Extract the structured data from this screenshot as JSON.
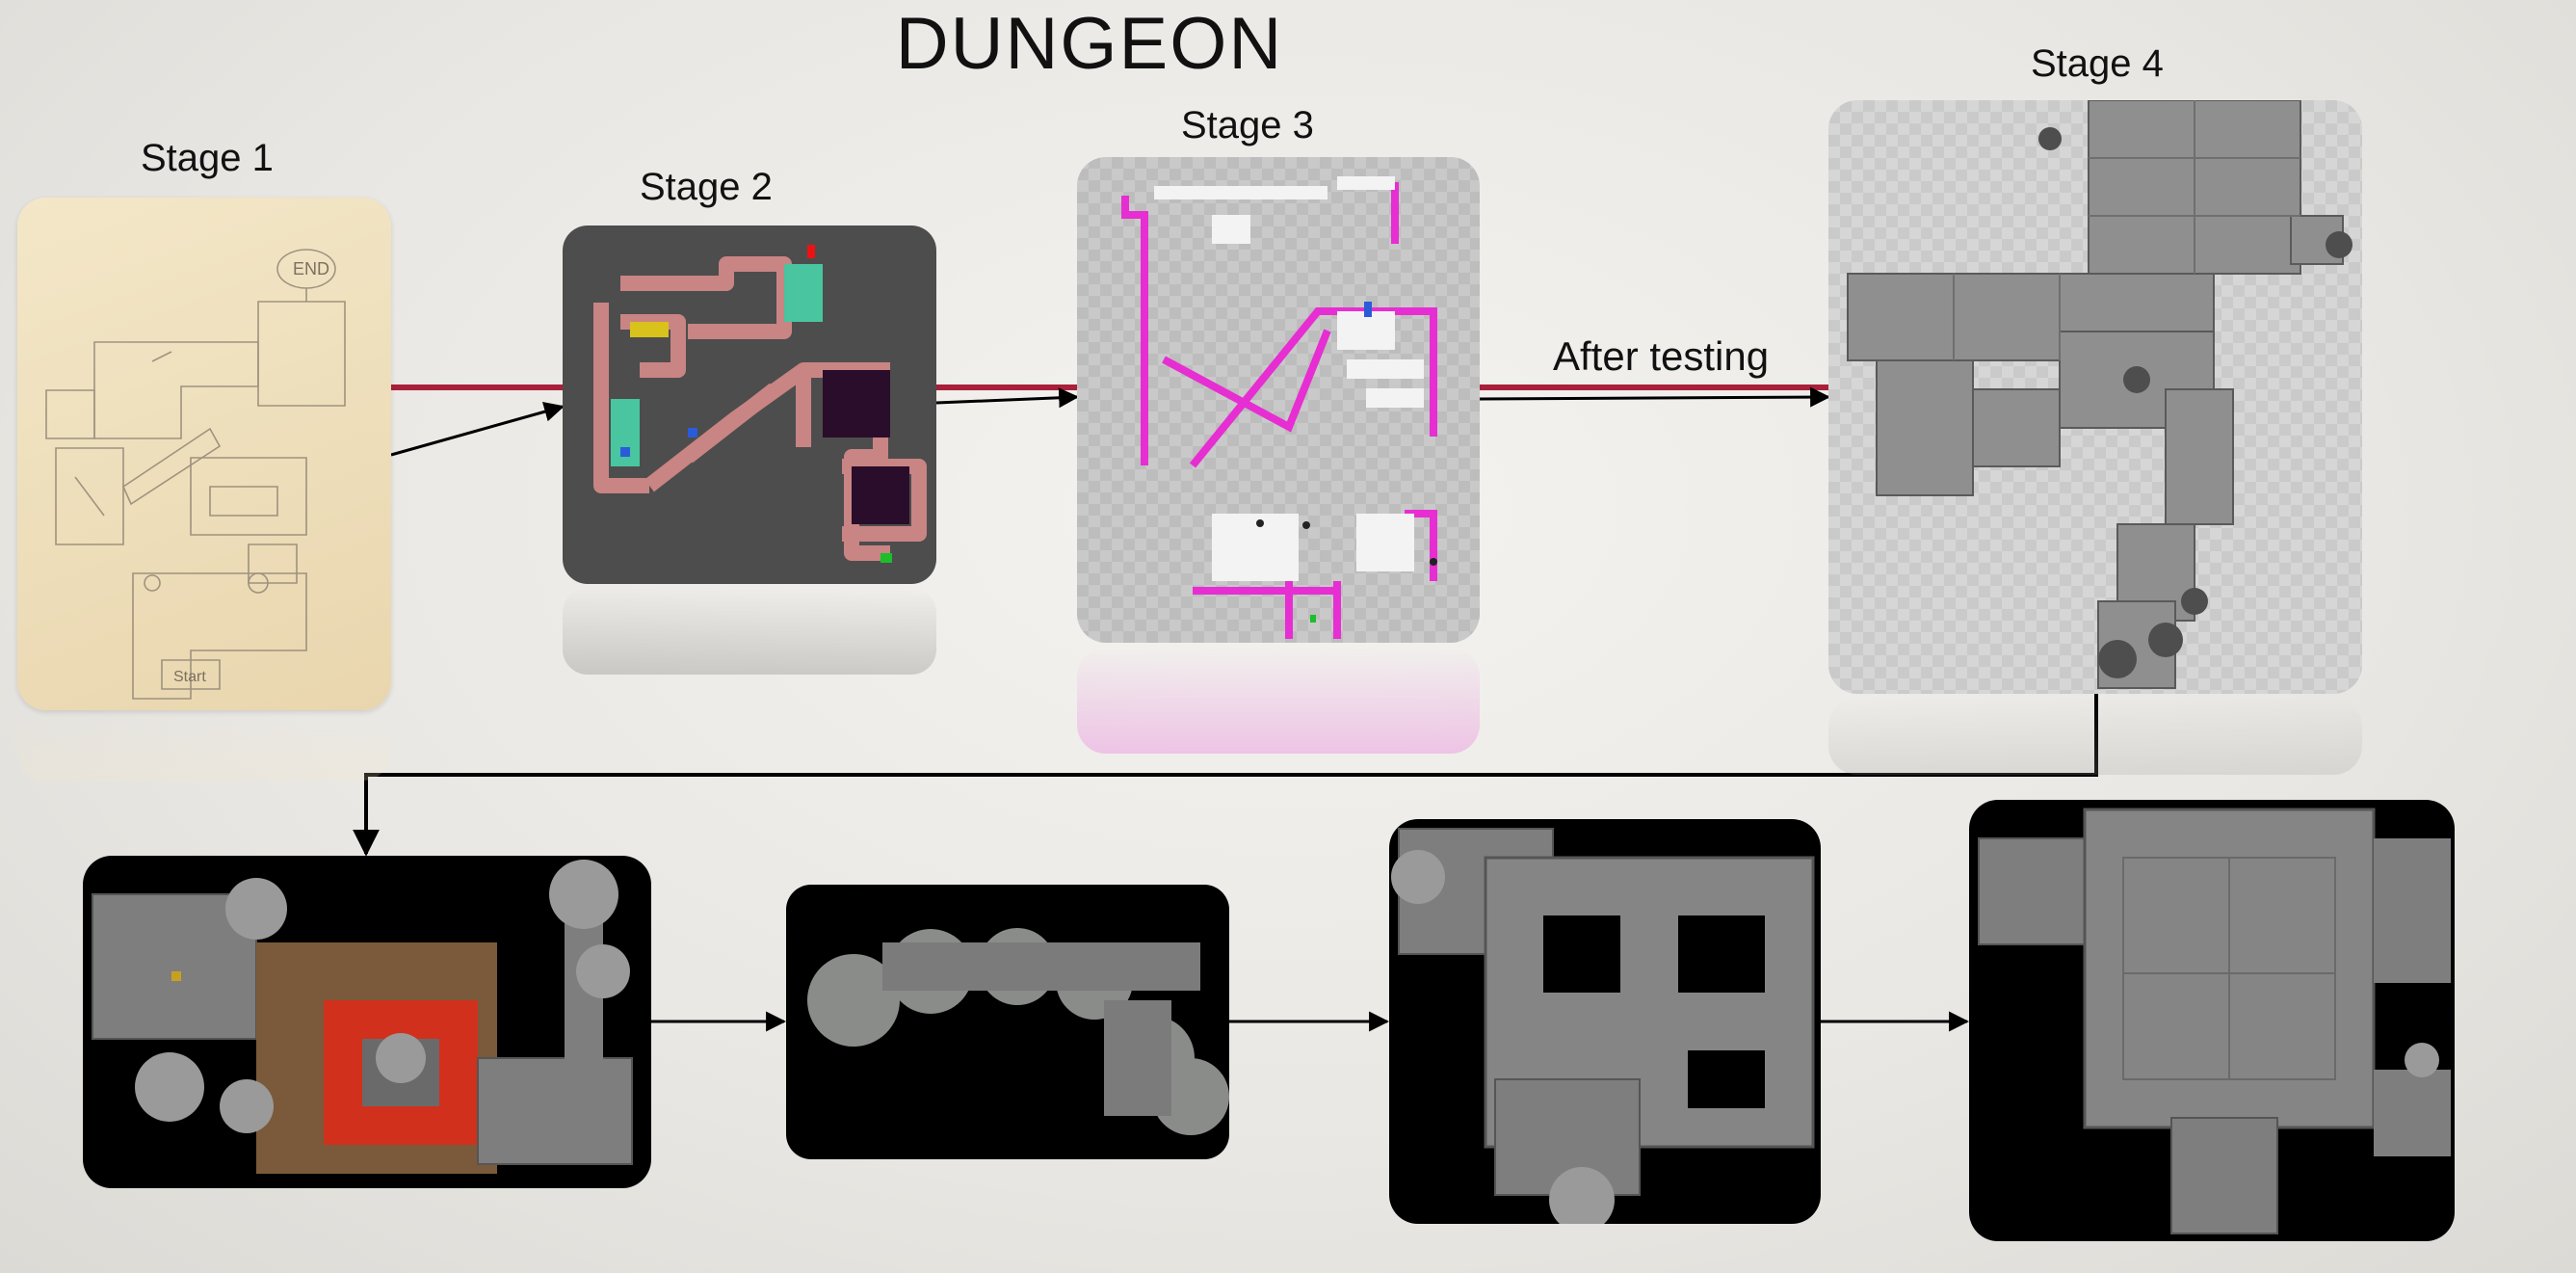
{
  "title": "DUNGEON",
  "stages": {
    "stage1": "Stage 1",
    "stage2": "Stage 2",
    "stage3": "Stage 3",
    "stage4": "Stage 4"
  },
  "caption": "After testing",
  "sketch_notes": [
    "END",
    "Start"
  ],
  "colors": {
    "connector_line": "#a8203a",
    "arrow": "#000000",
    "stage3_walls": "#e62ed2",
    "stage2_walls": "#c98484",
    "lava": "#d1301c"
  }
}
